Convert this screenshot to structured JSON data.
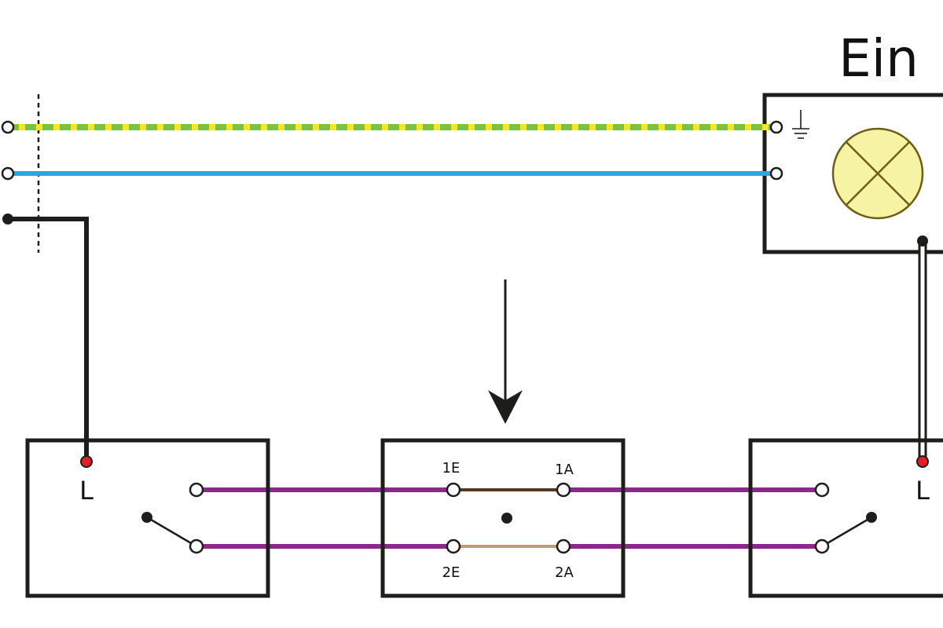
{
  "title": "Ein",
  "switch_left": {
    "terminal_label": "L"
  },
  "switch_right": {
    "terminal_label": "L"
  },
  "intermediate_switch": {
    "terminal_1E": "1E",
    "terminal_1A": "1A",
    "terminal_2E": "2E",
    "terminal_2A": "2A"
  },
  "colors": {
    "protective_earth_green": "#7bc143",
    "protective_earth_yellow": "#f7e81d",
    "neutral_blue": "#29a8e0",
    "phase_black": "#1d1d1b",
    "traveler_purple": "#8c2a8c",
    "bridge_dark_brown": "#5a3818",
    "bridge_light_brown": "#c49a6c",
    "live_terminal_red": "#e31e24",
    "lamp_fill": "#f7f3a4",
    "lamp_outline": "#6e5d12"
  },
  "icons": [
    "ground-symbol-icon",
    "lamp-icon",
    "arrow-down-icon"
  ]
}
